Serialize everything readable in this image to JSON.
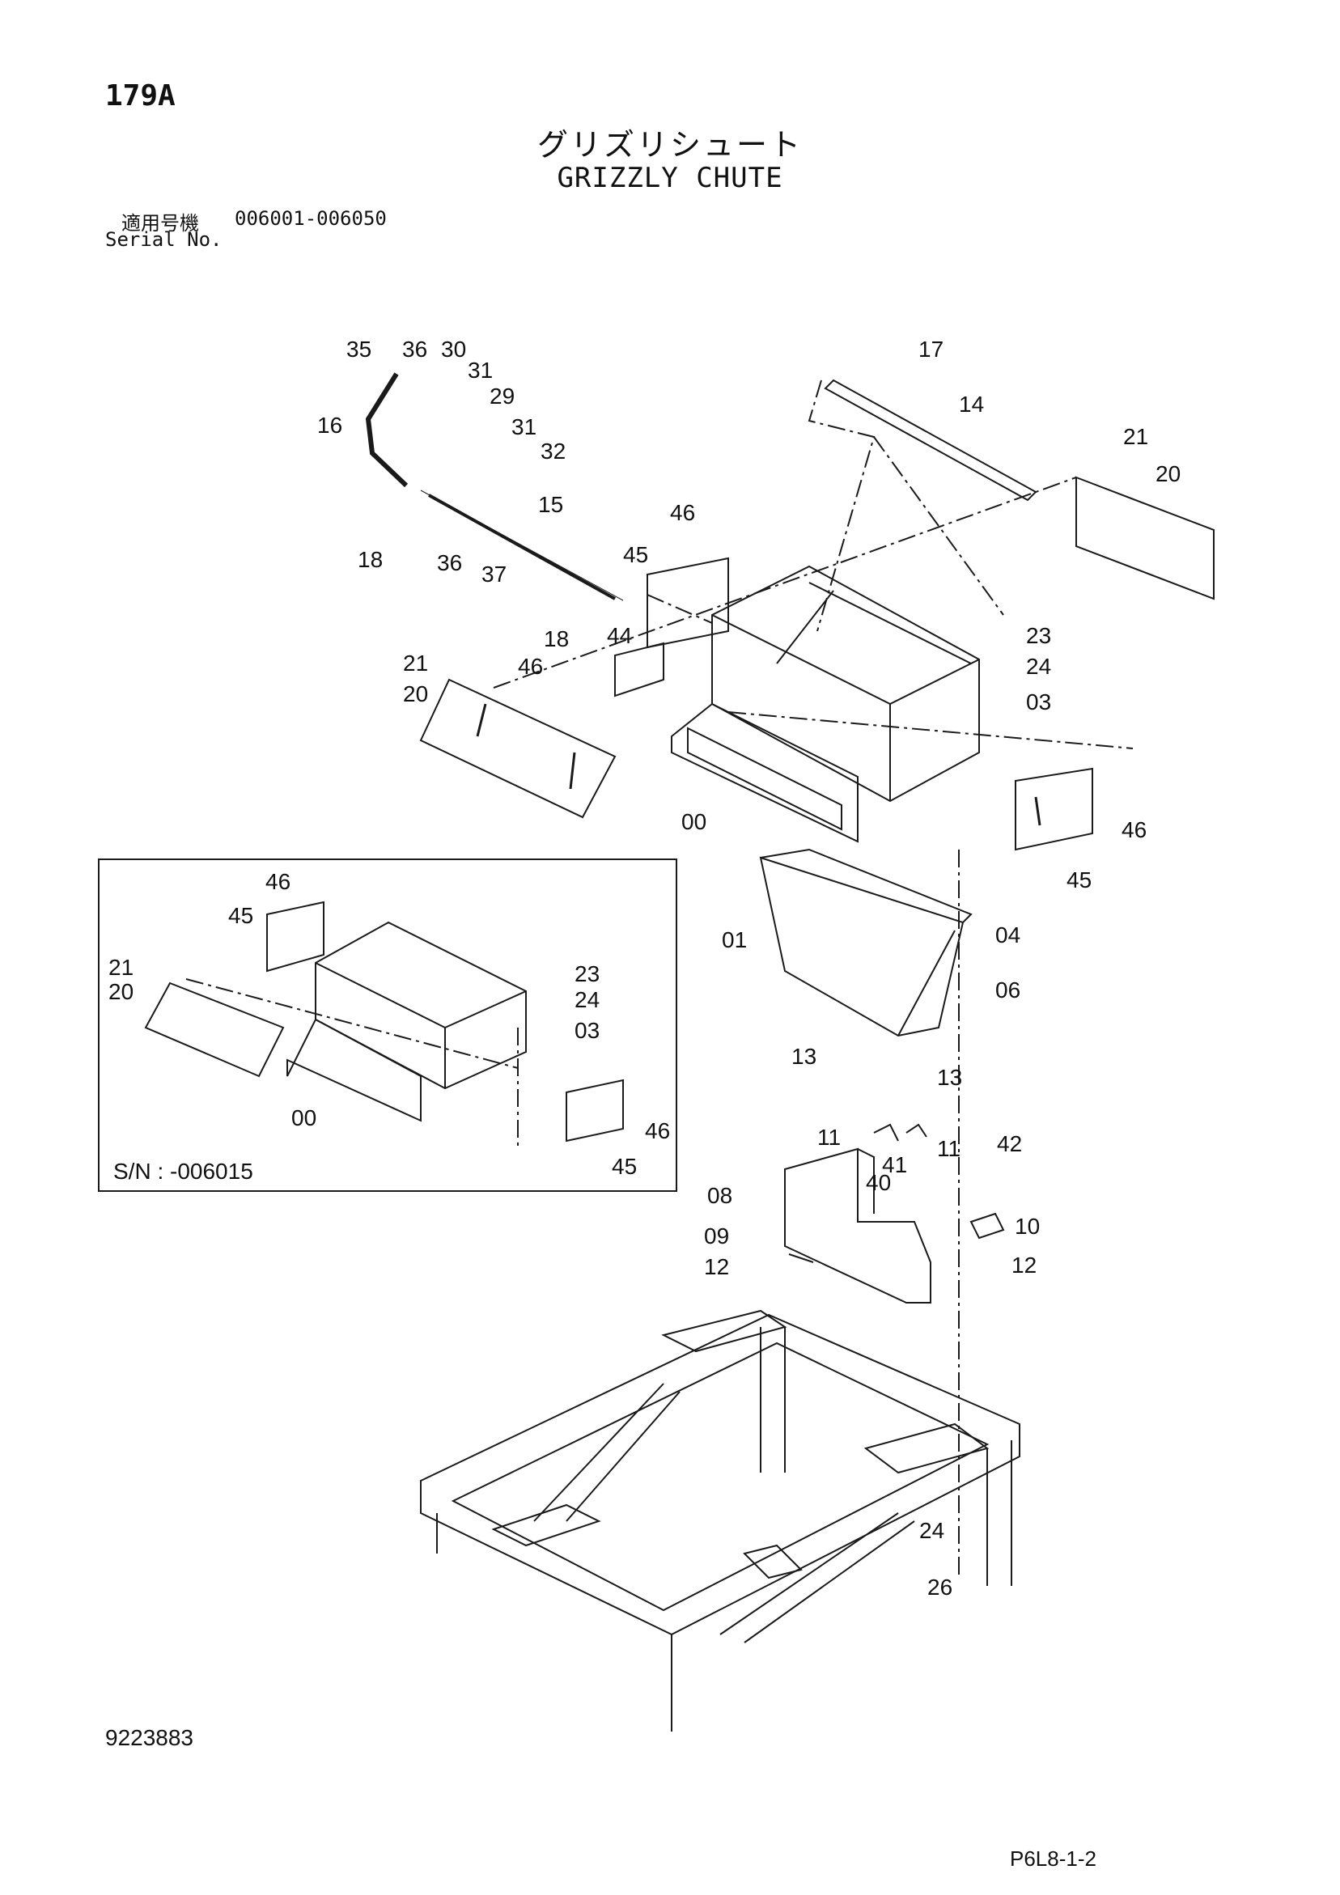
{
  "header": {
    "page_number": "179A",
    "title_jp": "グリズリシュート",
    "title_en": "GRIZZLY CHUTE",
    "serial_label_jp": "適用号機",
    "serial_range": "006001-006050",
    "serial_label_en": "Serial No."
  },
  "inset": {
    "caption": "S/N : -006015"
  },
  "footer": {
    "doc_number": "9223883",
    "page_code": "P6L8-1-2"
  },
  "callouts": {
    "main": [
      "35",
      "36",
      "30",
      "31",
      "29",
      "16",
      "31",
      "32",
      "15",
      "18",
      "36",
      "37",
      "17",
      "14",
      "21",
      "20",
      "46",
      "45",
      "44",
      "46",
      "18",
      "21",
      "20",
      "23",
      "24",
      "03",
      "00",
      "46",
      "45",
      "01",
      "04",
      "06",
      "13",
      "13",
      "11",
      "11",
      "41",
      "40",
      "42",
      "08",
      "10",
      "09",
      "12",
      "12",
      "24",
      "26"
    ],
    "inset": [
      "46",
      "45",
      "21",
      "20",
      "23",
      "24",
      "03",
      "00",
      "46",
      "45"
    ]
  },
  "colors": {
    "line": "#1a1a1a",
    "background": "#ffffff"
  }
}
